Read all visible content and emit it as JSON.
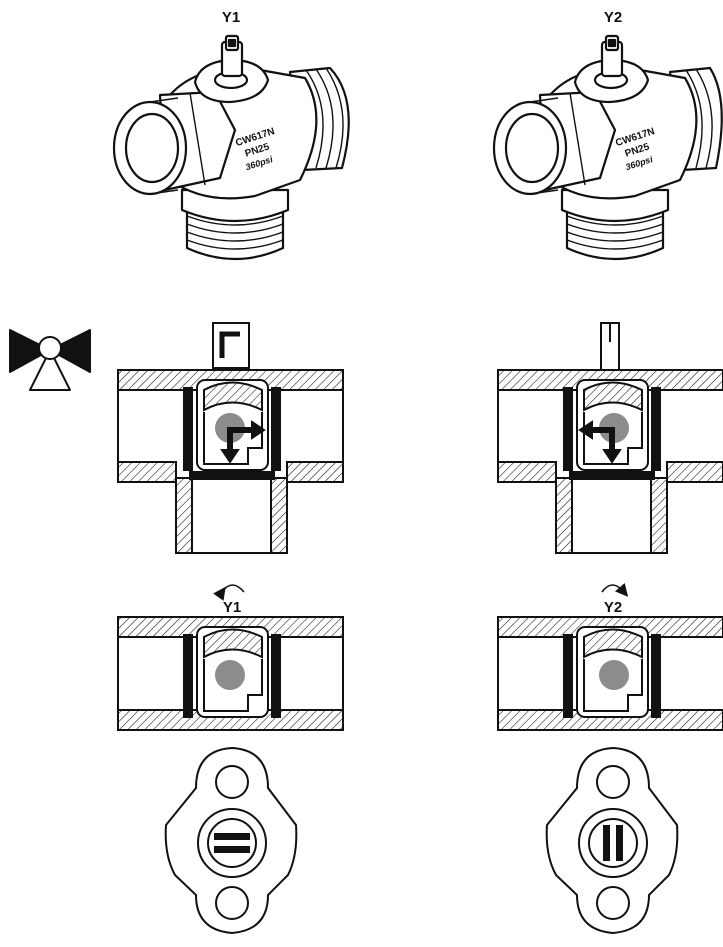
{
  "labels": {
    "valve_left_top": "Y1",
    "valve_right_top": "Y2",
    "body_marking_line1": "CW617N",
    "body_marking_line2": "PN25",
    "body_marking_line3": "360psi",
    "rotation_left": "Y1",
    "rotation_right": "Y2"
  },
  "colors": {
    "line": "#111111",
    "ball_dot": "#8c8c8c",
    "background": "#ffffff"
  },
  "icons": {
    "symbol": "three-way-valve-symbol-icon",
    "rotate_left": "rotate-counterclockwise-icon",
    "rotate_right": "rotate-clockwise-icon"
  }
}
